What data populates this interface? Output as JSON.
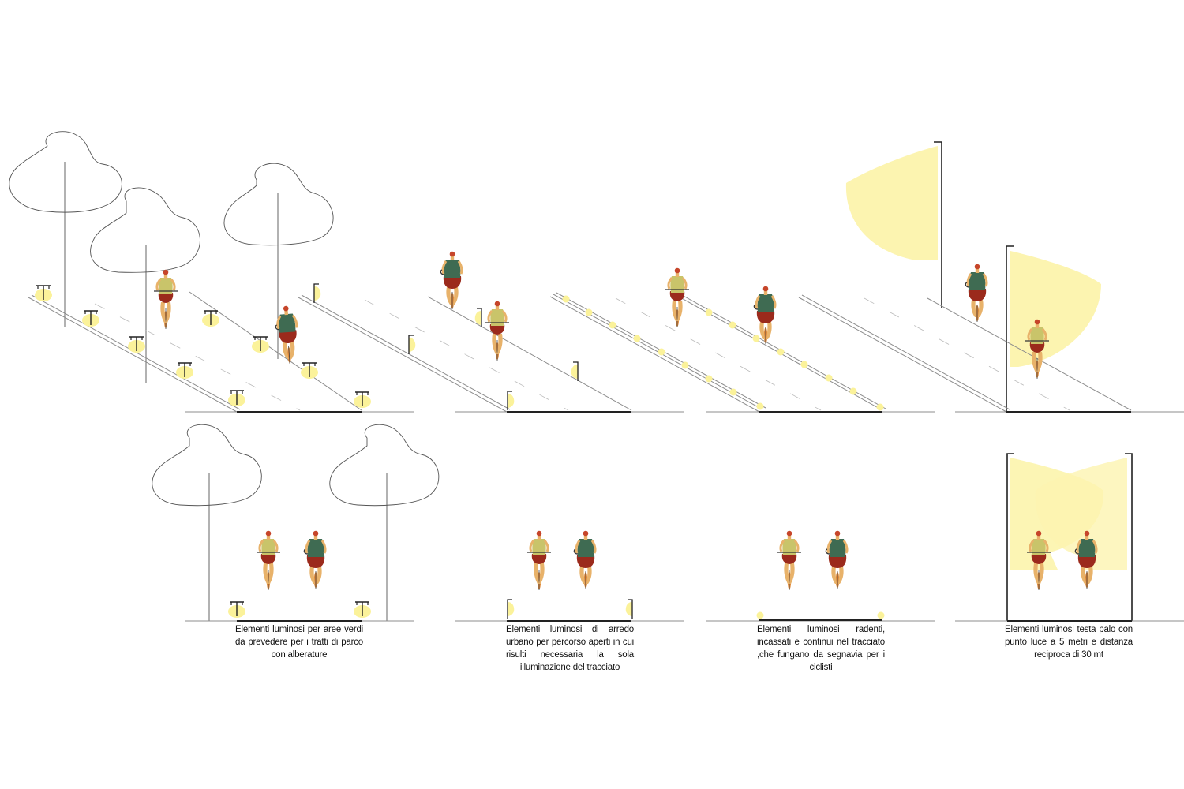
{
  "palette": {
    "light": "#fbf29a",
    "light_soft": "#fcf4b0",
    "line": "#8c8c8c",
    "tree": "#555555",
    "skin": "#e8b26a",
    "jersey_green": "#3f6b52",
    "jersey_yellow": "#c9c46a",
    "shorts_red": "#9b2a1c",
    "hair": "#c6452a",
    "wheel": "#e0893a"
  },
  "panels": [
    {
      "id": "park-trees",
      "caption": "Elementi luminosi per aree verdi da prevedere per i tratti di parco con alberature"
    },
    {
      "id": "urban-furniture",
      "caption": "Elementi luminosi di arredo urbano per percorso aperti in cui risulti necessaria la sola illuminazione del tracciato"
    },
    {
      "id": "grazing-recessed",
      "caption": "Elementi luminosi radenti, incassati e continui nel tracciato ,che fungano da segnavia per i ciclisti"
    },
    {
      "id": "pole-top",
      "caption": "Elementi luminosi testa palo con punto luce a 5 metri e distanza reciproca di 30 mt"
    }
  ]
}
